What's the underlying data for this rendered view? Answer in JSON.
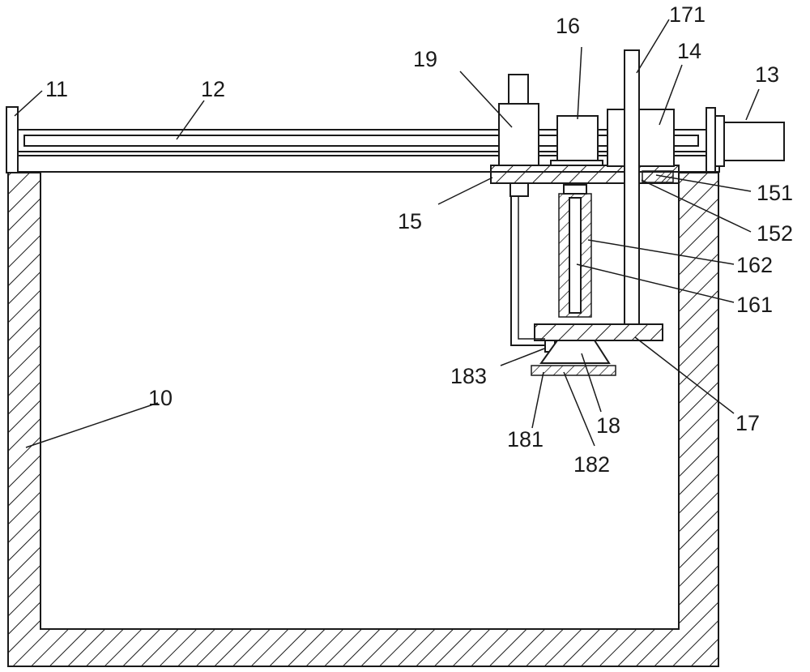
{
  "labels": {
    "l10": "10",
    "l11": "11",
    "l12": "12",
    "l13": "13",
    "l14": "14",
    "l15": "15",
    "l151": "151",
    "l152": "152",
    "l16": "16",
    "l161": "161",
    "l162": "162",
    "l17": "17",
    "l171": "171",
    "l18": "18",
    "l181": "181",
    "l182": "182",
    "l183": "183",
    "l19": "19"
  }
}
